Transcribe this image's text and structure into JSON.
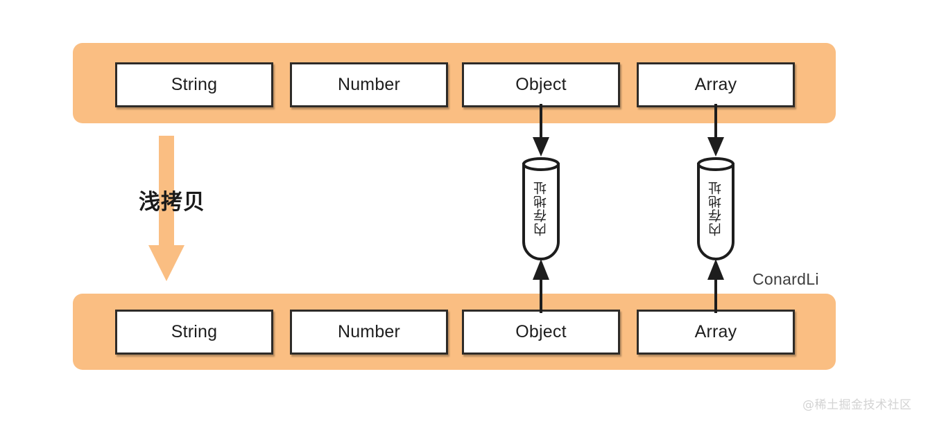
{
  "diagram": {
    "title_label": "浅拷贝",
    "signature": "ConardLi",
    "watermark": "@稀土掘金技术社区",
    "colors": {
      "band": "#fabe82",
      "arrow_orange": "#fabe82",
      "box_border": "#2e2b28",
      "box_fill": "#ffffff",
      "connector": "#1d1d1d",
      "watermark": "#d3d3d3"
    }
  },
  "source_row": {
    "name": "original-object",
    "boxes": [
      {
        "label": "String",
        "has_pointer": false
      },
      {
        "label": "Number",
        "has_pointer": false
      },
      {
        "label": "Object",
        "has_pointer": true
      },
      {
        "label": "Array",
        "has_pointer": true
      }
    ]
  },
  "copy_row": {
    "name": "shallow-copied-object",
    "boxes": [
      {
        "label": "String",
        "has_pointer": false
      },
      {
        "label": "Number",
        "has_pointer": false
      },
      {
        "label": "Object",
        "has_pointer": true
      },
      {
        "label": "Array",
        "has_pointer": true
      }
    ]
  },
  "memory_cells": [
    {
      "label": "内存地址",
      "for": "Object"
    },
    {
      "label": "内存地址",
      "for": "Array"
    }
  ]
}
